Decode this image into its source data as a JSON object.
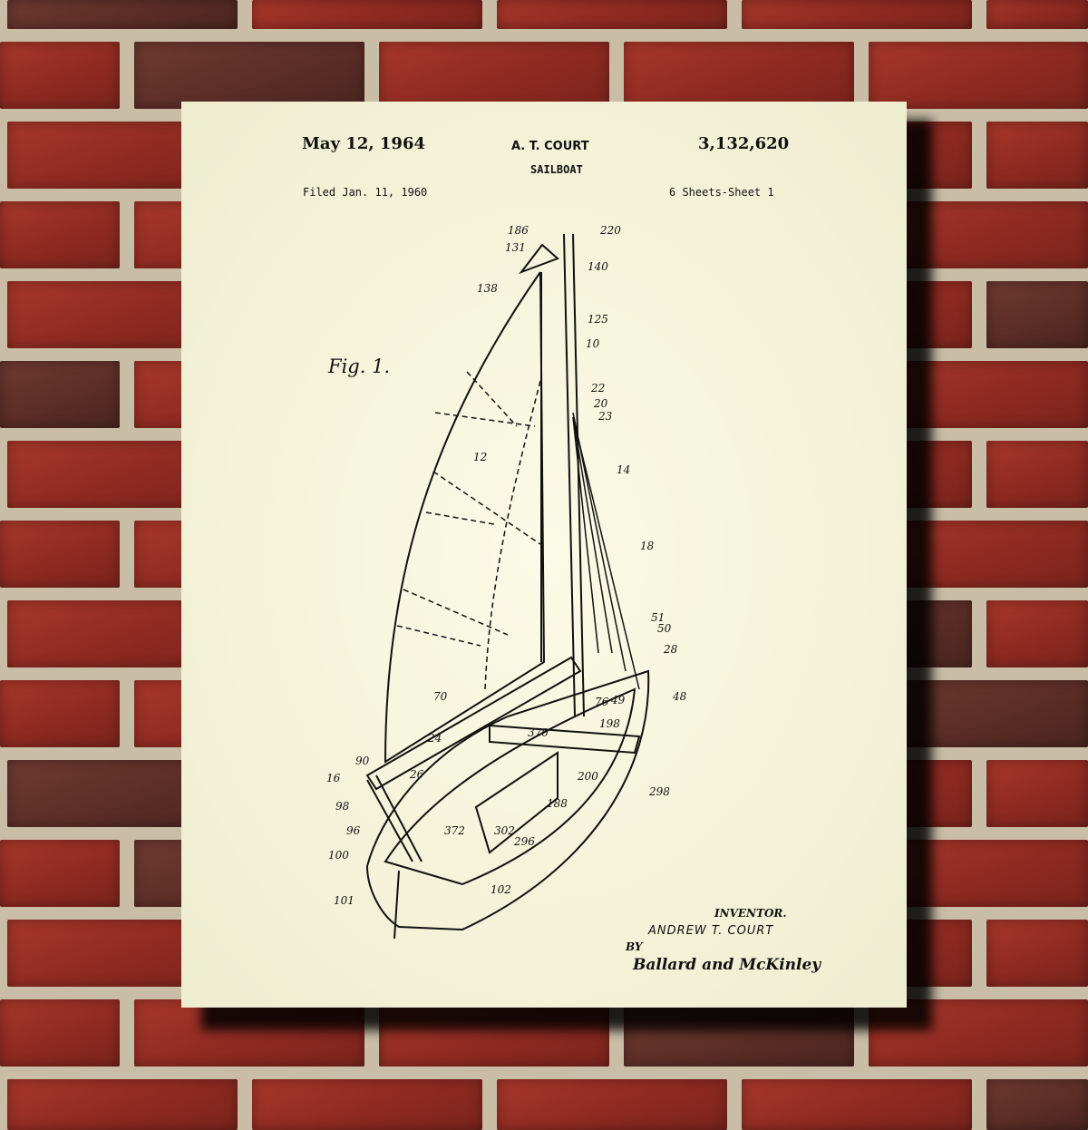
{
  "patent": {
    "date": "May 12, 1964",
    "inventor_short": "A. T. COURT",
    "number": "3,132,620",
    "title": "SAILBOAT",
    "filed": "Filed Jan. 11, 1960",
    "sheets": "6 Sheets-Sheet 1",
    "figure": "Fig. 1.",
    "inventor_label": "INVENTOR.",
    "inventor_name": "ANDREW T. COURT",
    "by": "BY",
    "signature": "Ballard and McKinley"
  },
  "labels": [
    "186",
    "220",
    "131",
    "140",
    "138",
    "125",
    "10",
    "22",
    "20",
    "23",
    "14",
    "12",
    "18",
    "51",
    "50",
    "28",
    "70",
    "76",
    "49",
    "48",
    "198",
    "370",
    "24",
    "26",
    "90",
    "16",
    "98",
    "96",
    "100",
    "101",
    "102",
    "372",
    "302",
    "296",
    "188",
    "200",
    "298"
  ],
  "colors": {
    "paper": "#f6f4dc",
    "ink": "#111111",
    "brick": "#9a3026",
    "mortar": "#c9bda6"
  }
}
